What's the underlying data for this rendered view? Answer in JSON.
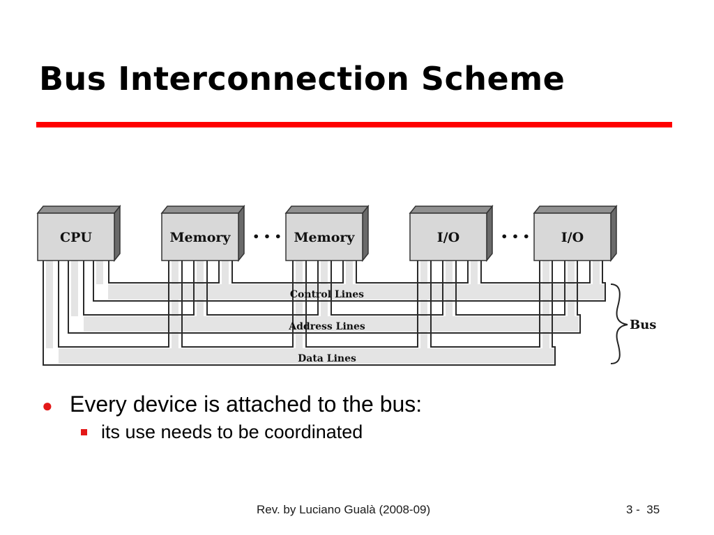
{
  "title": "Bus Interconnection Scheme",
  "accent_color": "#ff0000",
  "diagram": {
    "modules": [
      "CPU",
      "Memory",
      "Memory",
      "I/O",
      "I/O"
    ],
    "ellipsis": "• • •",
    "lines": [
      "Control Lines",
      "Address Lines",
      "Data Lines"
    ],
    "bus_label": "Bus"
  },
  "bullets": {
    "level1": "Every device is attached to the bus:",
    "level2": "its use needs to be coordinated"
  },
  "footer": {
    "credit": "Rev. by Luciano Gualà (2008-09)",
    "section": "3 -",
    "page": "35"
  }
}
